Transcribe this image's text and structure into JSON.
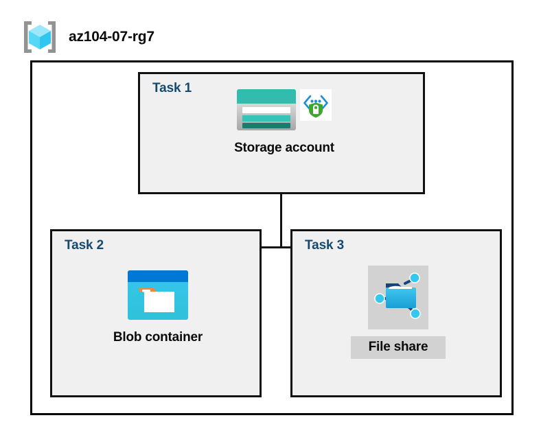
{
  "header": {
    "icon": "resource-group-icon",
    "title": "az104-07-rg7"
  },
  "diagram": {
    "container_name": "resource-group-container",
    "panels": [
      {
        "id": "task1",
        "label": "Task 1",
        "node": {
          "caption": "Storage account",
          "icons": [
            "storage-account-icon",
            "secure-endpoint-shield-icon"
          ],
          "caption_highlighted": false
        }
      },
      {
        "id": "task2",
        "label": "Task 2",
        "node": {
          "caption": "Blob container",
          "icons": [
            "blob-container-icon"
          ],
          "caption_highlighted": false
        }
      },
      {
        "id": "task3",
        "label": "Task 3",
        "node": {
          "caption": "File share",
          "icons": [
            "file-share-icon"
          ],
          "caption_highlighted": true
        }
      }
    ],
    "connections": [
      {
        "from": "task1",
        "to": "task2"
      },
      {
        "from": "task1",
        "to": "task3"
      }
    ]
  },
  "colors": {
    "task_label": "#16496f",
    "panel_background": "#f0f0f0",
    "border": "#111111",
    "page_background": "#ffffff",
    "highlight": "#d2d2d2",
    "storage_teal": "#32bcad",
    "storage_teal_dark": "#1f7a6e",
    "blob_blue": "#0078d4",
    "blob_cyan": "#32c8f0",
    "blob_orange": "#f7882f",
    "shield_green": "#3fa72f",
    "node_cyan": "#32c8f0",
    "cube_cyan": "#9ee7fa",
    "bracket_gray": "#939393"
  }
}
